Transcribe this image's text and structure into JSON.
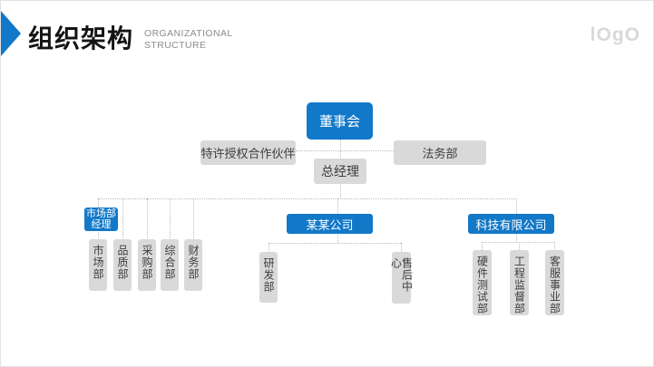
{
  "header": {
    "title": "组织架构",
    "subtitle_line1": "ORGANIZATIONAL",
    "subtitle_line2": "STRUCTURE",
    "logo": "lOgO"
  },
  "colors": {
    "accent_blue": "#1278c8",
    "node_gray": "#d9d9d9",
    "connector_gray": "#bdbdbd",
    "subtitle_gray": "#8c8c8c"
  },
  "org_chart": {
    "board": "董事会",
    "franchise_partner": "特许授权合作伙伴",
    "legal_dept": "法务部",
    "general_manager": "总经理",
    "left_branch": {
      "manager_line1": "市场部",
      "manager_line2": "经理",
      "departments": [
        "市场部",
        "品质部",
        "采购部",
        "综合部",
        "财务部"
      ]
    },
    "center_branch": {
      "company": "某某公司",
      "departments": [
        "研发部",
        "售后中心"
      ]
    },
    "right_branch": {
      "company": "科技有限公司",
      "departments": [
        "硬件测试部",
        "工程监督部",
        "客服事业部"
      ]
    }
  }
}
